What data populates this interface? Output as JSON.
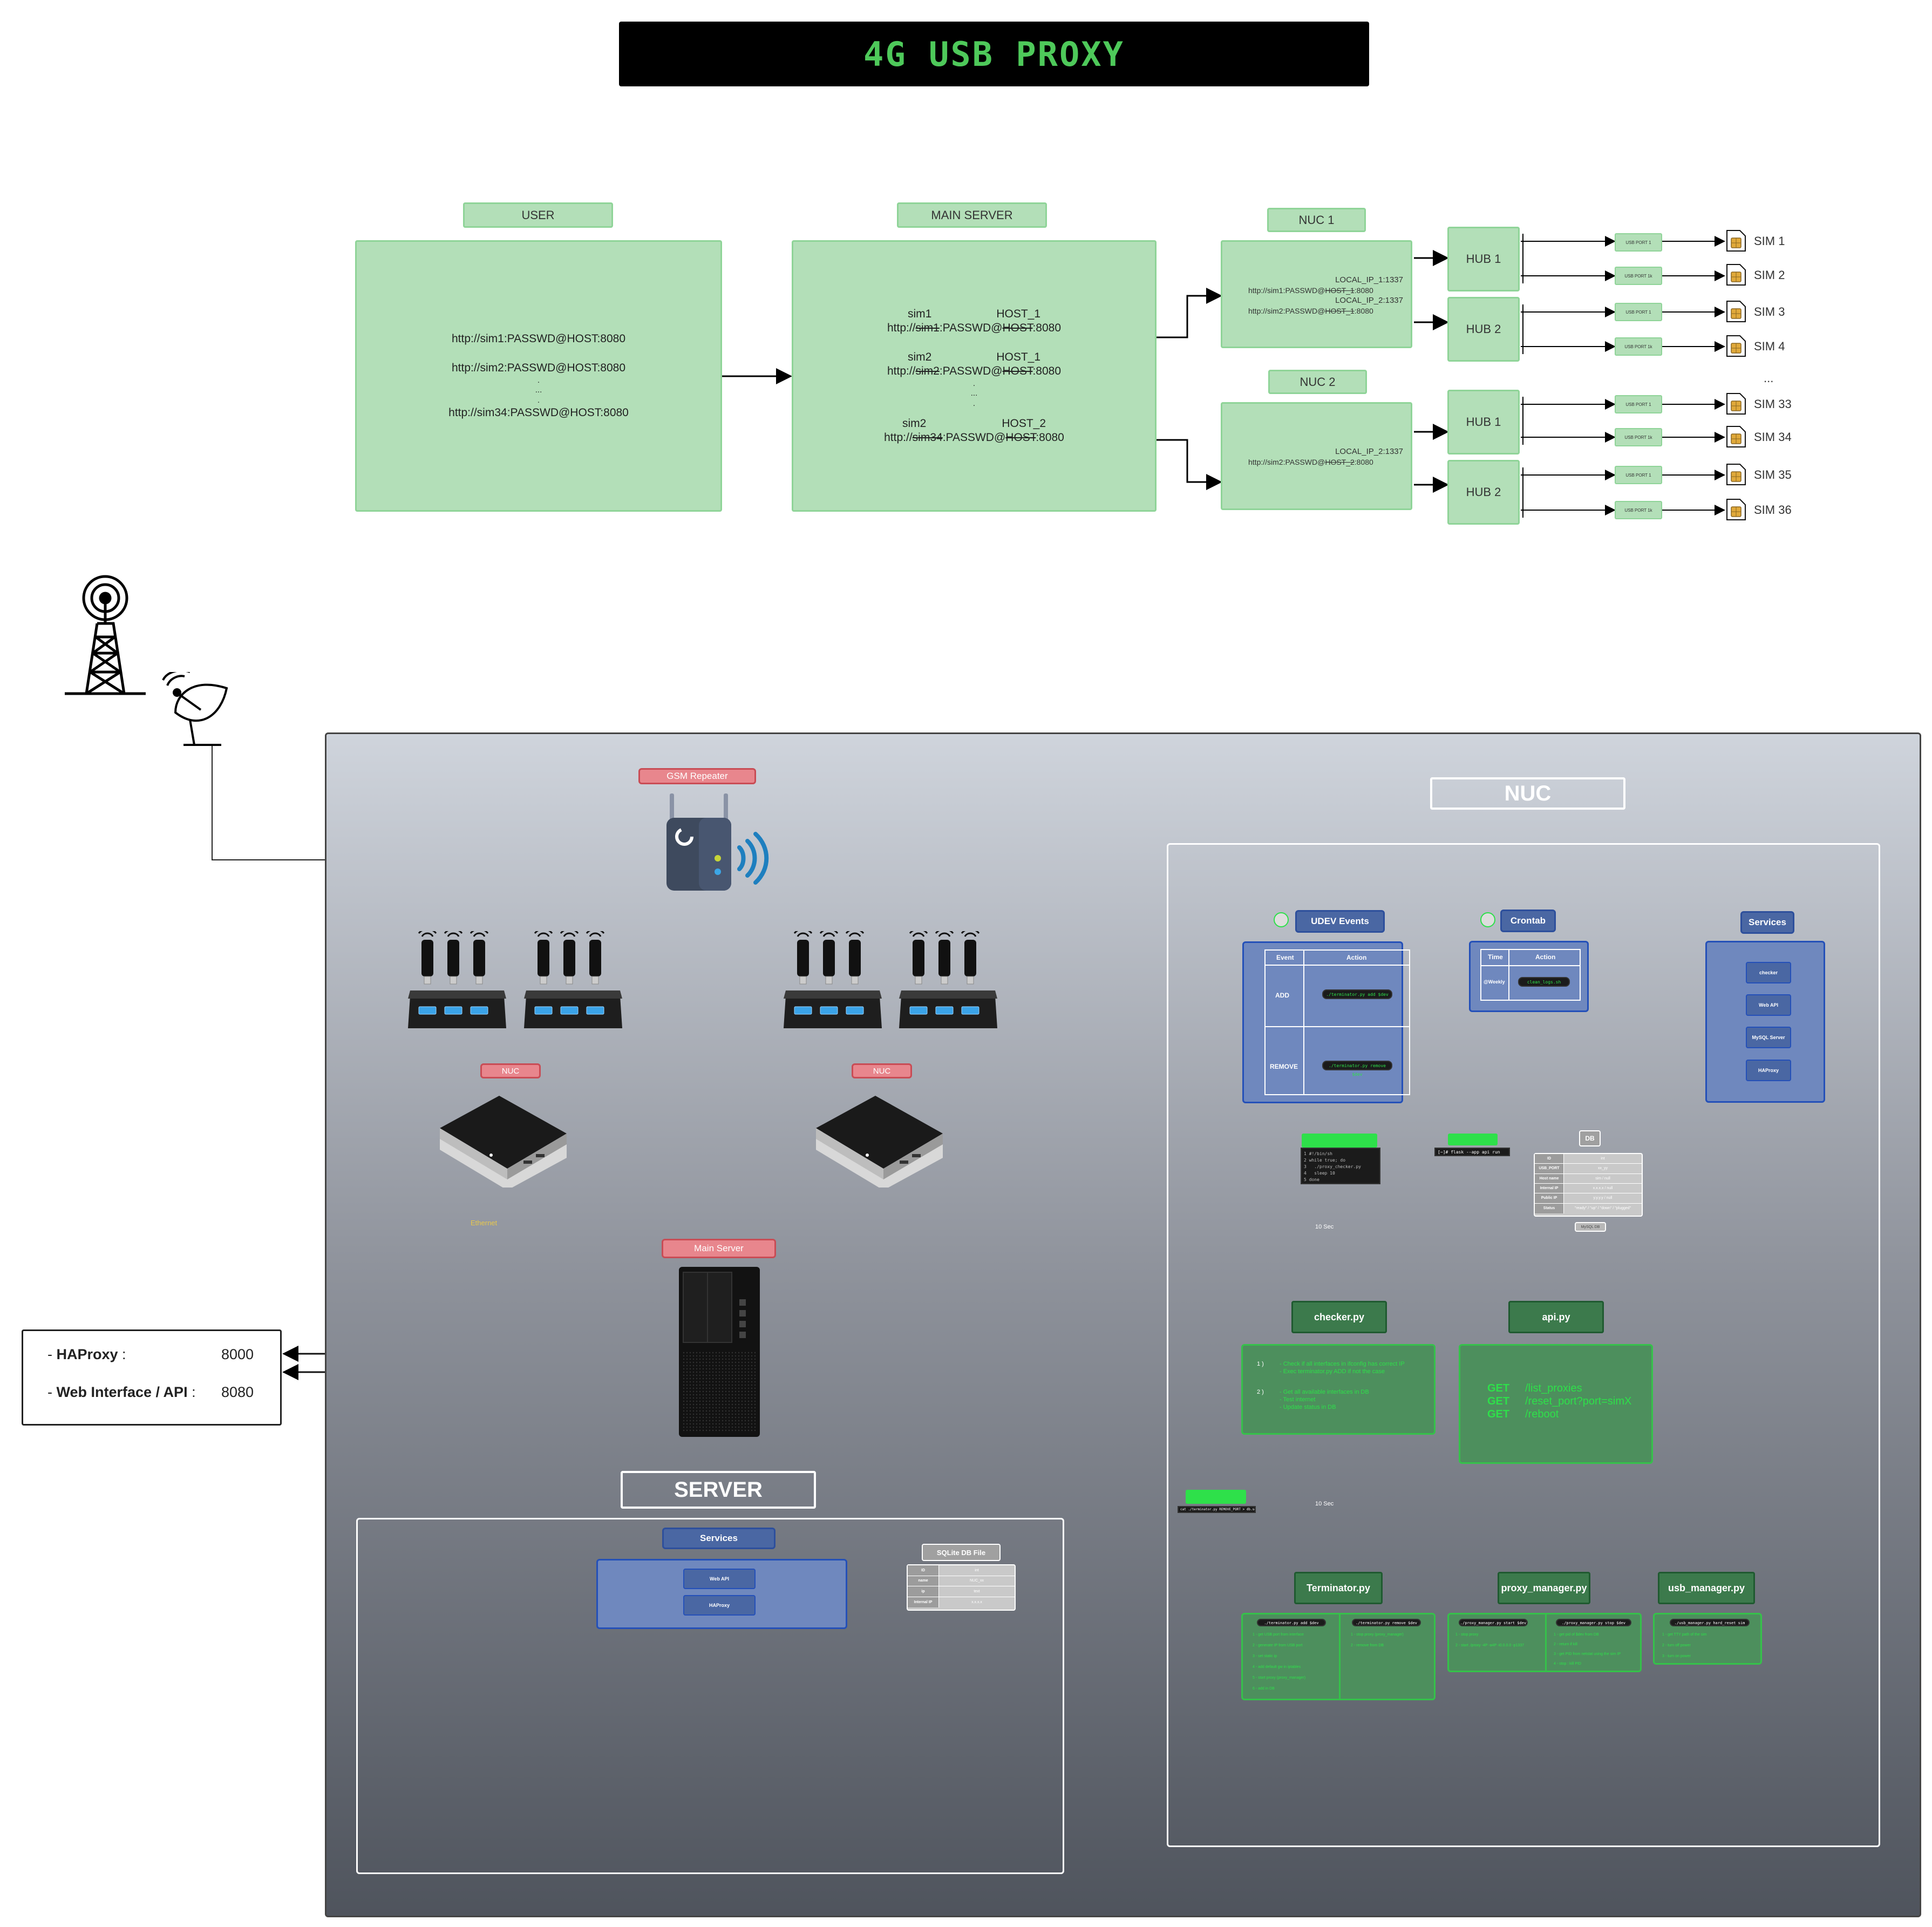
{
  "title": "4G USB PROXY",
  "top": {
    "user_label": "USER",
    "user_lines": [
      "http://sim1:PASSWD@HOST:8080",
      "http://sim2:PASSWD@HOST:8080",
      ".",
      "...",
      ".",
      "http://sim34:PASSWD@HOST:8080"
    ],
    "main_label": "MAIN SERVER",
    "main_entries": [
      {
        "sim": "sim1",
        "host": "HOST_1",
        "url_prefix": "http://",
        "url_sim": "sim1",
        "url_mid": ":PASSWD@",
        "url_host": "HOST",
        "url_suffix": ":8080"
      },
      {
        "sim": "sim2",
        "host": "HOST_1",
        "url_prefix": "http://",
        "url_sim": "sim2",
        "url_mid": ":PASSWD@",
        "url_host": "HOST",
        "url_suffix": ":8080"
      },
      {
        "sim": "sim2",
        "host": "HOST_2",
        "url_prefix": "http://",
        "url_sim": "sim34",
        "url_mid": ":PASSWD@",
        "url_host": "HOST",
        "url_suffix": ":8080"
      }
    ],
    "main_dots": [
      ".",
      "...",
      "."
    ],
    "nuc1_label": "NUC 1",
    "nuc1_lines": [
      {
        "local": "LOCAL_IP_1:1337",
        "url_a": "http://sim1:PASSWD@",
        "url_host": "HOST_1",
        "url_b": ":8080"
      },
      {
        "local": "LOCAL_IP_2:1337",
        "url_a": "http://sim2:PASSWD@",
        "url_host": "HOST_1",
        "url_b": ":8080"
      }
    ],
    "nuc2_label": "NUC 2",
    "nuc2_lines": [
      {
        "local": "LOCAL_IP_2:1337",
        "url_a": "http://sim2:PASSWD@",
        "url_host": "HOST_2",
        "url_b": ":8080"
      }
    ],
    "hubs": [
      "HUB 1",
      "HUB 2",
      "HUB 1",
      "HUB 2"
    ],
    "usb_ports": [
      "USB PORT 1",
      "USB PORT 1k",
      "USB PORT 1",
      "USB PORT 1k",
      "USB PORT 1",
      "USB PORT 1k",
      "USB PORT 1",
      "USB PORT 1k"
    ],
    "sims": [
      "SIM 1",
      "SIM 2",
      "SIM 3",
      "SIM 4",
      "SIM 33",
      "SIM 34",
      "SIM 35",
      "SIM 36"
    ],
    "sims_ellipsis": "..."
  },
  "bottom": {
    "gsm_label": "GSM Repeater",
    "nuc_small_label": "NUC",
    "nuc_small_label_2": "NUC",
    "main_server_label": "Main Server",
    "ethernet": "Ethernet",
    "server_title": "SERVER",
    "nuc_title": "NUC",
    "server_services_label": "Services",
    "server_services": [
      "Web API",
      "HAProxy"
    ],
    "sqlite_label": "SQLite DB File",
    "sqlite_rows": [
      [
        "ID",
        "int"
      ],
      [
        "name",
        "NUC_xx"
      ],
      [
        "ip",
        "text"
      ],
      [
        "Internal IP",
        "x.x.x.x"
      ]
    ],
    "info": [
      {
        "prefix": "- ",
        "name": "HAProxy",
        "sep": " :",
        "port": "8000"
      },
      {
        "prefix": "- ",
        "name": "Web Interface / API",
        "sep": " :",
        "port": "8080"
      }
    ],
    "udev_label": "UDEV Events",
    "udev_headers": [
      "Event",
      "Action"
    ],
    "udev_rows": [
      {
        "event": "ADD",
        "action": "./terminator.py add $dev"
      },
      {
        "event": "REMOVE",
        "action": "./terminator.py remove $dev"
      }
    ],
    "cron_label": "Crontab",
    "cron_headers": [
      "Time",
      "Action"
    ],
    "cron_row": {
      "time": "@Weekly",
      "action": "clean_logs.sh"
    },
    "nuc_services_label": "Services",
    "nuc_services": [
      "checker",
      "Web API",
      "MySQL Server",
      "HAProxy"
    ],
    "db_label": "DB",
    "db_rows": [
      [
        "ID",
        "int"
      ],
      [
        "USB_PORT",
        "xx_yy"
      ],
      [
        "Host name",
        "sim / null"
      ],
      [
        "Internal IP",
        "x.x.x.x / null"
      ],
      [
        "Public IP",
        "y.y.y.y / null"
      ],
      [
        "Status",
        "\"ready\" / \"up\" / \"down\" / \"plugged\""
      ]
    ],
    "db_tag": "MySQL DB",
    "code_lines": [
      "1 #!/bin/sh",
      "2 while true; do",
      "3   ./proxy_checker.py",
      "4   sleep 10",
      "5 done"
    ],
    "flask_cmd": "[~]# flask --app api run",
    "interval_1": "10 Sec",
    "interval_2": "10 Sec",
    "checker": "checker.py",
    "api": "api.py",
    "checker_desc": [
      {
        "num": "1 )",
        "lines": [
          "- Check if all interfaces in ifconfig has correct IP",
          "- Exec terminator.py ADD if not the case"
        ]
      },
      {
        "num": "2 )",
        "lines": [
          "- Get all available interfaces in DB",
          "- Test internet",
          "- Update status in DB"
        ]
      }
    ],
    "api_routes": [
      {
        "method": "GET",
        "path": "/list_proxies"
      },
      {
        "method": "GET",
        "path": "/reset_port?port=simX"
      },
      {
        "method": "GET",
        "path": "/reboot"
      }
    ],
    "terminator": "Terminator.py",
    "proxy_manager": "proxy_manager.py",
    "usb_manager": "usb_manager.py",
    "term_cmd": "cat ./terminator.py REMOVE_PORT > db.sql",
    "term_tabs": [
      "./terminator.py add $dev",
      "./terminator.py remove $dev"
    ],
    "term_add_steps": [
      "1 - get USB port from interface",
      "2 - generate IP from USB port",
      "3 - set static ip",
      "4 - add default gw in iptables",
      "5 - start proxy (proxy_manager)",
      "6 - add in DB"
    ],
    "term_remove_steps": [
      "1 - stop proxy (proxy_manager)",
      "2 - remove from DB"
    ],
    "pm_tabs": [
      "./proxy_manager.py start $dev",
      "./proxy_manager.py stop $dev"
    ],
    "pm_start_steps": [
      "1 - stop proxy",
      "2 - start ./proxy -4P -a4P -i0.0.0.0 -p1337"
    ],
    "pm_stop_steps": [
      "1 - get pid of $dev from DB",
      "2 - return if kill",
      "3 - get PID from netstat using the sim IP",
      "4 - stop : kill PID"
    ],
    "um_tab": "./usb_manager.py hard_reset sim",
    "um_steps": [
      "1 - get TTY path of the sim",
      "2 - turn off power",
      "3 - turn on power"
    ]
  }
}
